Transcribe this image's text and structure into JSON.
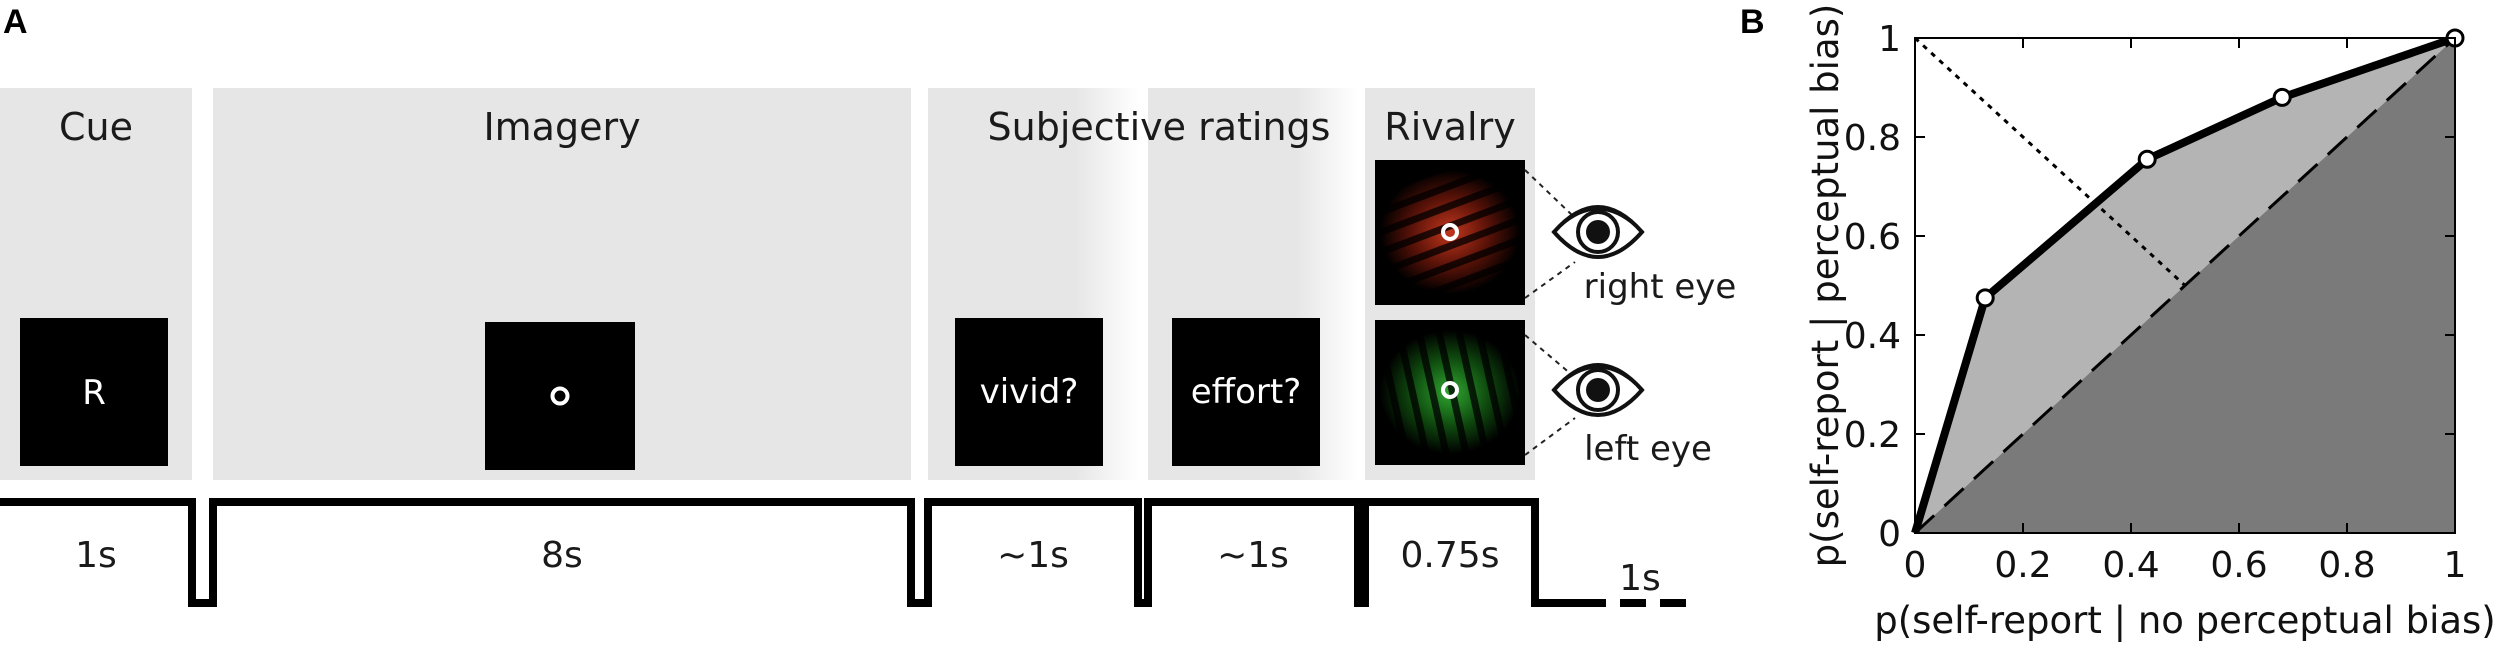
{
  "panel_a": {
    "letter": "A",
    "stages": [
      {
        "title": "Cue",
        "screen_text": "R",
        "duration": "1s"
      },
      {
        "title": "Imagery",
        "screen_text": "",
        "duration": "8s"
      },
      {
        "title": "Subjective ratings",
        "screen_text": "vivid?",
        "duration": "~1s"
      },
      {
        "title": "",
        "screen_text": "effort?",
        "duration": "~1s"
      },
      {
        "title": "Rivalry",
        "screen_text": "",
        "duration": "0.75s"
      }
    ],
    "final_duration": "1s",
    "eyes": {
      "right_label": "right eye",
      "left_label": "left eye"
    }
  },
  "panel_b": {
    "letter": "B"
  },
  "chart_data": {
    "type": "line",
    "xlabel": "p(self-report | no perceptual bias)",
    "ylabel": "p(self-report | perceptual bias)",
    "xlim": [
      0,
      1
    ],
    "ylim": [
      0,
      1
    ],
    "xticks": [
      "0",
      "0.2",
      "0.4",
      "0.6",
      "0.8",
      "1"
    ],
    "yticks": [
      "0",
      "0.2",
      "0.4",
      "0.6",
      "0.8",
      "1"
    ],
    "series": [
      {
        "x": [
          0,
          0.13,
          0.43,
          0.68,
          1.0
        ],
        "y": [
          0,
          0.475,
          0.755,
          0.88,
          1.0
        ]
      }
    ],
    "reference_lines": [
      {
        "style": "dashed",
        "x": [
          0,
          1
        ],
        "y": [
          0,
          1
        ]
      },
      {
        "style": "dotted",
        "x": [
          0,
          0.5
        ],
        "y": [
          1,
          0.5
        ]
      }
    ],
    "colors": {
      "upper_region": "#b4b4b4",
      "lower_region": "#7a7a7a",
      "line": "#000000"
    }
  }
}
